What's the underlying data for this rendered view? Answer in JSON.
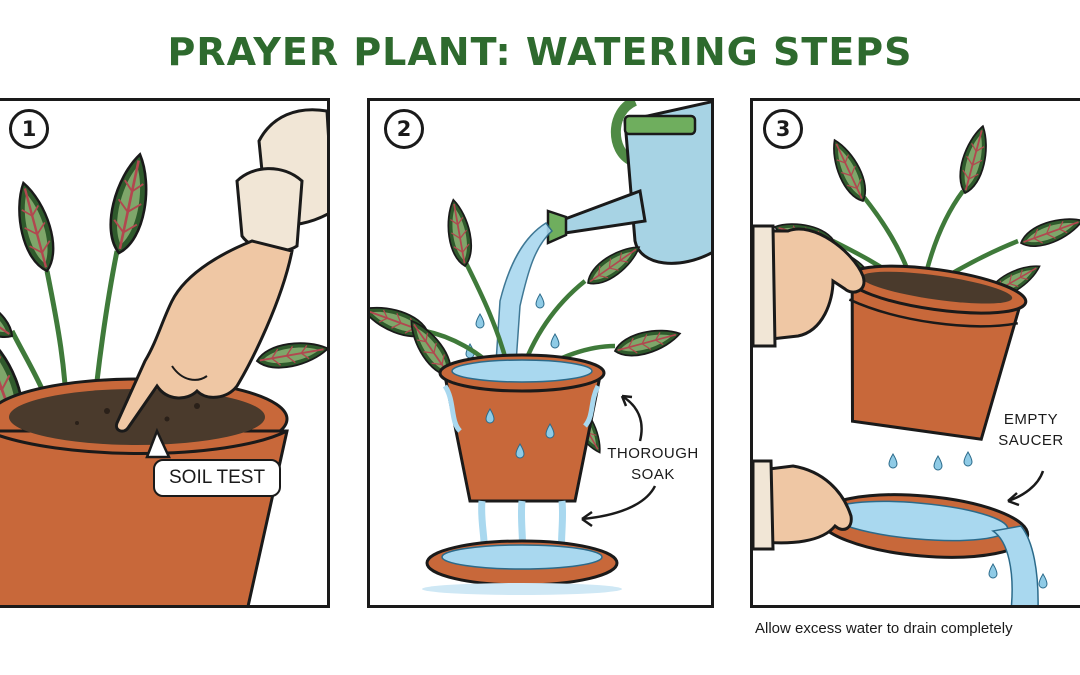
{
  "title": "PRAYER PLANT: WATERING STEPS",
  "panels": [
    {
      "number": "1",
      "label": "SOIL TEST"
    },
    {
      "number": "2",
      "label_line1": "THOROUGH",
      "label_line2": "SOAK"
    },
    {
      "number": "3",
      "label_line1": "EMPTY",
      "label_line2": "SAUCER"
    }
  ],
  "caption": "Allow excess water to drain completely",
  "colors": {
    "title_green": "#2e6a2e",
    "leaf_dark": "#2f5a2c",
    "leaf_light": "#7fa66a",
    "leaf_vein": "#b2474f",
    "terracotta": "#c8683a",
    "soil": "#4a3a2c",
    "water": "#a9d8ef",
    "skin": "#efc7a4",
    "can_blue": "#a7d3e4",
    "can_green": "#6fae5e"
  }
}
